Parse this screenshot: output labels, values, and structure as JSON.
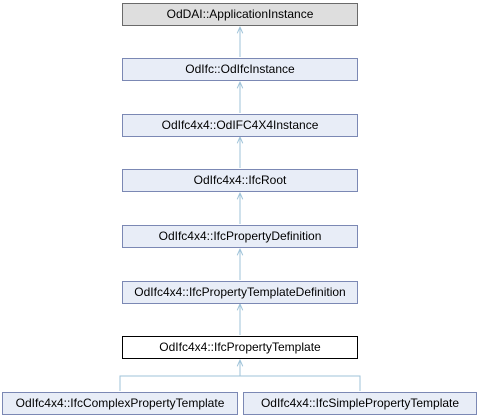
{
  "diagram": {
    "nodes": {
      "n0": "OdDAI::ApplicationInstance",
      "n1": "OdIfc::OdIfcInstance",
      "n2": "OdIfc4x4::OdIFC4X4Instance",
      "n3": "OdIfc4x4::IfcRoot",
      "n4": "OdIfc4x4::IfcPropertyDefinition",
      "n5": "OdIfc4x4::IfcPropertyTemplateDefinition",
      "n6": "OdIfc4x4::IfcPropertyTemplate",
      "n7": "OdIfc4x4::IfcComplexPropertyTemplate",
      "n8": "OdIfc4x4::IfcSimplePropertyTemplate"
    },
    "edges": [
      {
        "from": "n1",
        "to": "n0"
      },
      {
        "from": "n2",
        "to": "n1"
      },
      {
        "from": "n3",
        "to": "n2"
      },
      {
        "from": "n4",
        "to": "n3"
      },
      {
        "from": "n5",
        "to": "n4"
      },
      {
        "from": "n6",
        "to": "n5"
      },
      {
        "from": "n7",
        "to": "n6"
      },
      {
        "from": "n8",
        "to": "n6"
      }
    ],
    "colors": {
      "edge": "#9fc3d9",
      "node_fill": "#e8edf7",
      "node_border": "#7b88b4",
      "root_fill": "#dedede",
      "current_fill": "#ffffff"
    }
  }
}
